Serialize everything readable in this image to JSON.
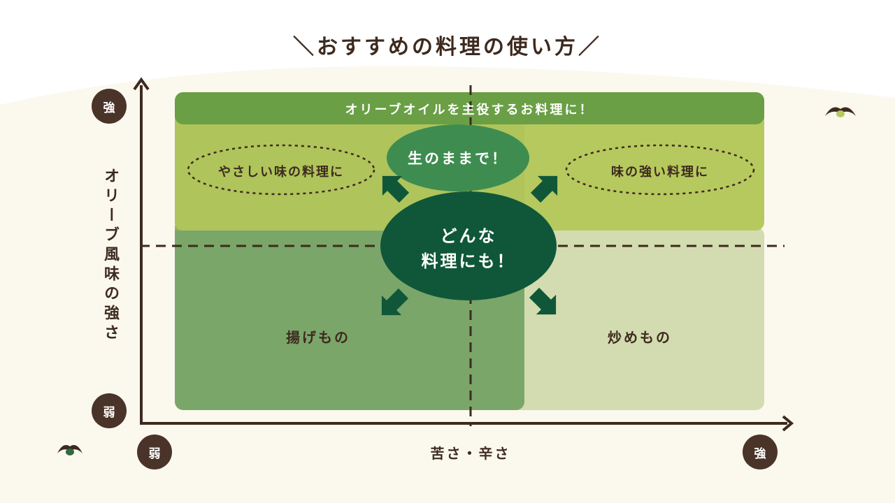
{
  "title": "＼おすすめの料理の使い方／",
  "banner": "オリーブオイルを主役するお料理に！",
  "y_axis": {
    "label": "オリーブ風味の強さ",
    "high": "強",
    "low": "弱"
  },
  "x_axis": {
    "label": "苦さ・辛さ",
    "low": "弱",
    "high": "強"
  },
  "quadrants": {
    "top_left": "やさしい味の料理に",
    "top_right": "味の強い料理に",
    "bottom_left": "揚げもの",
    "bottom_right": "炒めもの"
  },
  "center_top": "生のままで！",
  "center_main": {
    "line1": "どんな",
    "line2": "料理にも！"
  },
  "colors": {
    "background": "#fbf8ee",
    "banner": "#6a9f45",
    "top_zone": "#b6c95e",
    "bottom_left_zone": "#7ba66a",
    "bottom_right_zone": "#d3dcb0",
    "center_top_ellipse": "#3f8c50",
    "center_main_ellipse": "#10573a",
    "axis": "#3d2a1e"
  },
  "icons": [
    "olive-branch-icon",
    "arrow-icon"
  ]
}
